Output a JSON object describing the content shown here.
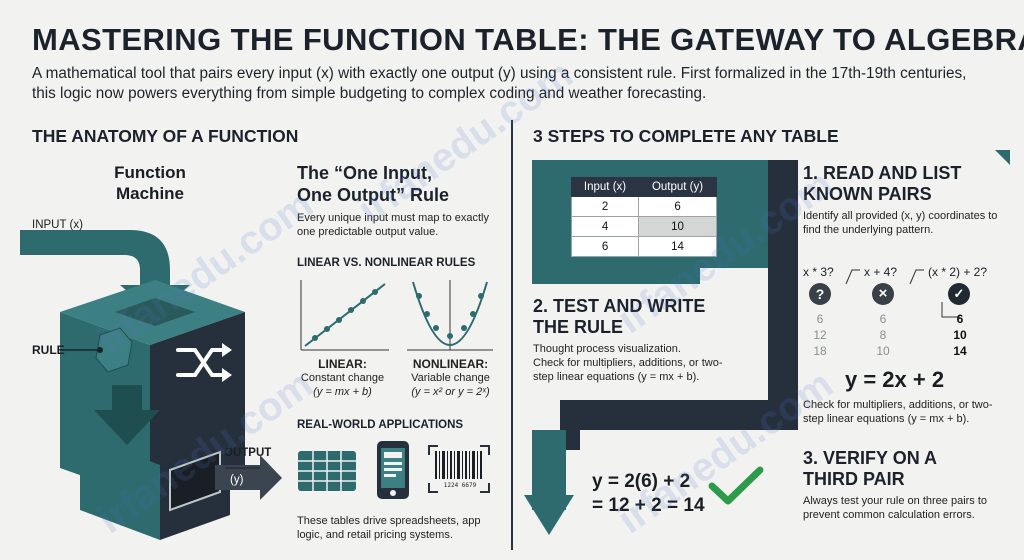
{
  "header": {
    "title": "MASTERING THE FUNCTION TABLE: THE GATEWAY TO ALGEBRA",
    "subtitle": "A mathematical tool that pairs every input (x) with exactly one output (y) using a consistent rule. First formalized in the 17th-19th centuries, this logic now powers everything from simple budgeting to complex coding and weather forecasting."
  },
  "left": {
    "section_title": "THE ANATOMY OF A FUNCTION",
    "machine": {
      "title_line1": "Function",
      "title_line2": "Machine",
      "input_label": "INPUT (x)",
      "rule_label": "RULE",
      "output_label": "OUTPUT",
      "output_var": "(y)"
    },
    "rule": {
      "title_line1": "The “One Input,",
      "title_line2": "One Output” Rule",
      "desc": "Every unique input must map to exactly one predictable output value."
    },
    "linear_vs": {
      "heading": "LINEAR VS. NONLINEAR RULES",
      "linear_title": "LINEAR:",
      "linear_desc1": "Constant change",
      "linear_desc2": "(y = mx + b)",
      "nonlinear_title": "NONLINEAR:",
      "nonlinear_desc1": "Variable change",
      "nonlinear_desc2": "(y = x² or y = 2ˣ)"
    },
    "applications": {
      "heading": "REAL-WORLD APPLICATIONS",
      "barcode_text": "1224  6679",
      "desc": "These tables drive spreadsheets, app logic, and retail pricing systems."
    }
  },
  "right": {
    "section_title": "3 STEPS TO COMPLETE ANY TABLE",
    "table": {
      "headers": [
        "Input (x)",
        "Output (y)"
      ],
      "rows": [
        [
          "2",
          "6"
        ],
        [
          "4",
          "10"
        ],
        [
          "6",
          "14"
        ]
      ]
    },
    "step1": {
      "title_line1": "1. READ AND LIST",
      "title_line2": "KNOWN PAIRS",
      "desc": "Identify all provided (x, y) coordinates to find the underlying pattern."
    },
    "step2": {
      "title_line1": "2. TEST AND WRITE",
      "title_line2": "THE RULE",
      "desc1": "Thought process visualization.",
      "desc2": "Check for multipliers, additions, or two-step linear equations (y = mx + b)."
    },
    "tests": {
      "t1_label": "x * 3?",
      "t2_label": "x + 4?",
      "t3_label": "(x * 2) + 2?",
      "t1_values": [
        "6",
        "12",
        "18"
      ],
      "t2_values": [
        "6",
        "8",
        "10"
      ],
      "t3_values": [
        "6",
        "10",
        "14"
      ],
      "equation": "y = 2x + 2",
      "desc": "Check for multipliers, additions, or two-step linear equations (y = mx + b)."
    },
    "verify": {
      "line1": "y = 2(6) + 2",
      "line2": "= 12 + 2 = 14"
    },
    "step3": {
      "title_line1": "3. VERIFY ON A",
      "title_line2": "THIRD PAIR",
      "desc": "Always test your rule on three pairs to prevent common calculation errors."
    },
    "watermark": "irfanedu.com"
  },
  "colors": {
    "teal": "#2d6b6e",
    "navy": "#26303d",
    "check_green": "#2e9a4a",
    "background": "#f2f3f1"
  }
}
